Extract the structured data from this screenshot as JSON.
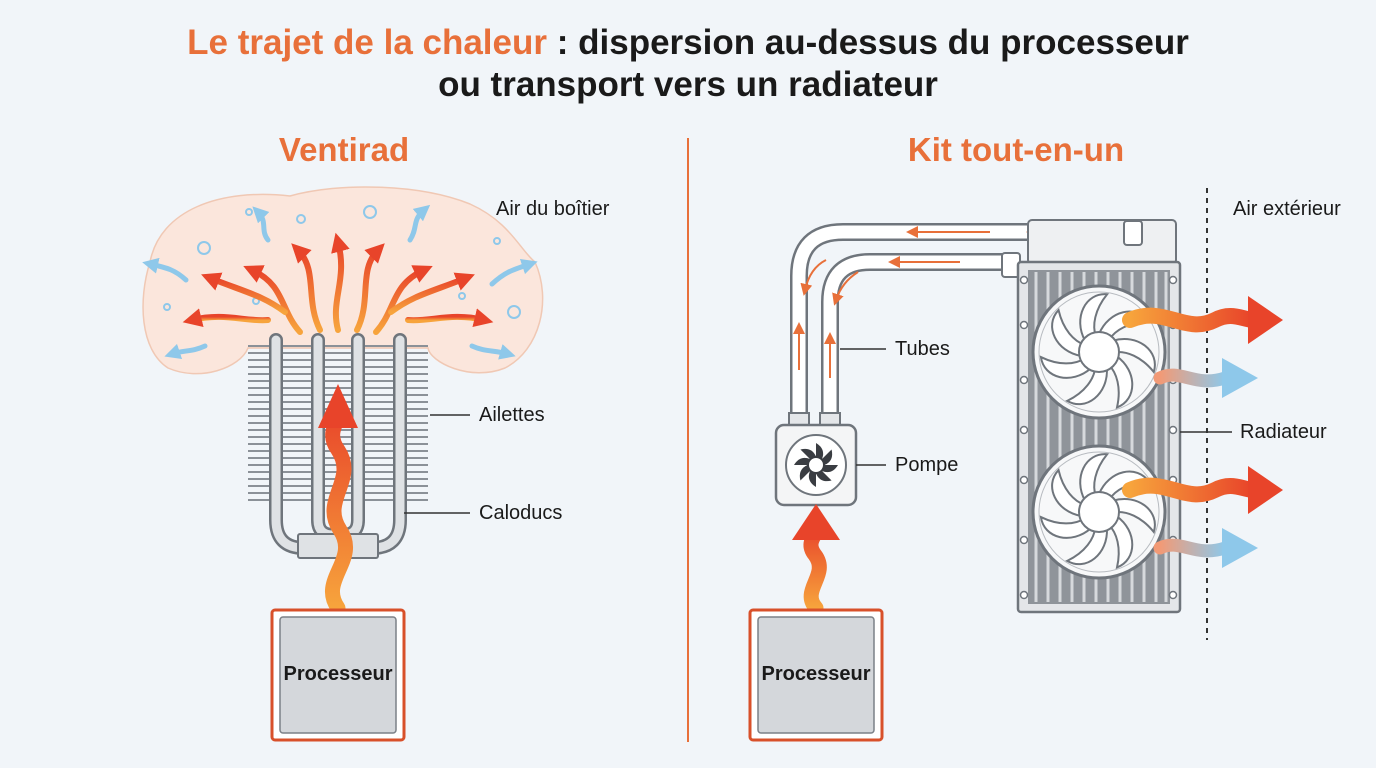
{
  "title": {
    "highlight": "Le trajet de la chaleur",
    "rest_line1": " : dispersion au-dessus du processeur",
    "line2": "ou transport vers un radiateur"
  },
  "left": {
    "heading": "Ventirad",
    "labels": {
      "case_air": "Air du boîtier",
      "fins": "Ailettes",
      "heat_pipes": "Caloducs",
      "cpu": "Processeur"
    }
  },
  "right": {
    "heading": "Kit tout-en-un",
    "labels": {
      "outside_air": "Air extérieur",
      "tubes": "Tubes",
      "pump": "Pompe",
      "radiator": "Radiateur",
      "cpu": "Processeur"
    }
  },
  "colors": {
    "accent": "#e8703a",
    "hot_red": "#e8442a",
    "warm_orange": "#f5953a",
    "cool_blue": "#8ec8ea",
    "metal": "#c9cdd2",
    "cpu_border": "#d8502a",
    "cloud": "#fbe6dc"
  }
}
